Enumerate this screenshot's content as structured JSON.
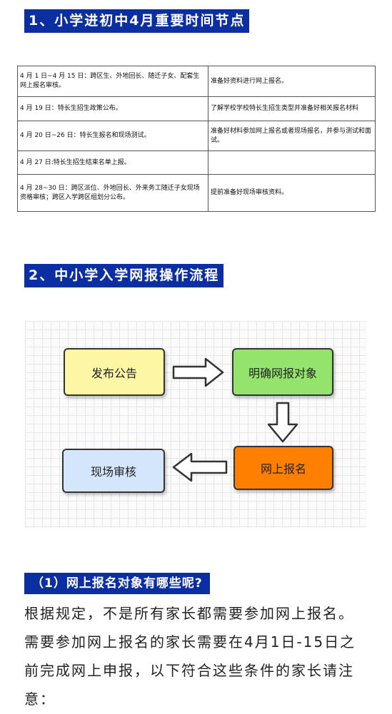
{
  "section1": {
    "title": "1、小学进初中4月重要时间节点"
  },
  "schedule": {
    "rows": [
      {
        "date": "4 月 1 日~4 月 15 日：跨区生、外地回长、随迁子女、配套生网上报名审核。",
        "action": "准备好资料进行网上报名。"
      },
      {
        "date": "4 月 19 日：特长生招生政策公布。",
        "action": "了解学校学校特长生招生类型并准备好相关报名材料"
      },
      {
        "date": "4 月 20 日~26 日：特长生报名和现场测试。",
        "action": "准备好材料参加网上报名或者现场报名，并参与测试和面试。"
      },
      {
        "date": "4 月 27 日:特长生招生结束名单上报。",
        "action": ""
      },
      {
        "date": "4 月 28~30 日：跨区派位、外地回长、外来务工随迁子女现场资格审核；跨区入学跨区组划分公布。",
        "action": "提前准备好现场审核资料。"
      }
    ]
  },
  "section2": {
    "title": "2、中小学入学网报操作流程"
  },
  "flowchart": {
    "step1": "发布公告",
    "step2": "明确网报对象",
    "step3": "网上报名",
    "step4": "现场审核",
    "colors": {
      "step1": "#fdf6a4",
      "step2": "#94e36c",
      "step3": "#ff7f00",
      "step4": "#d3e6fb"
    }
  },
  "section3": {
    "title": "（1）网上报名对象有哪些呢?"
  },
  "body_text": "根据规定，不是所有家长都需要参加网上报名。需要参加网上报名的家长需要在4月1日-15日之前完成网上申报，以下符合这些条件的家长请注意："
}
